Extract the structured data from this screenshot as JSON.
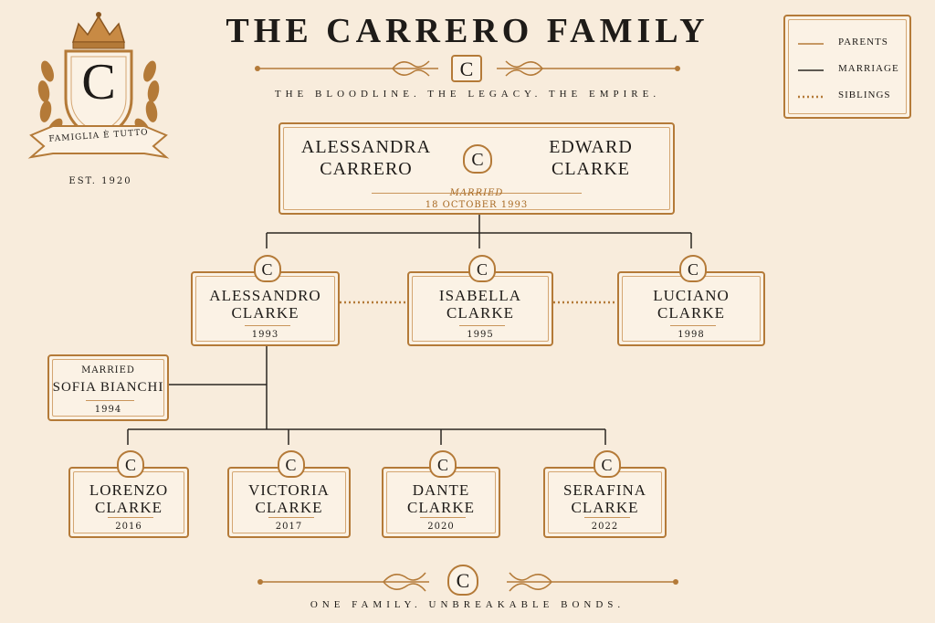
{
  "header": {
    "title": "THE CARRERO FAMILY",
    "tagline": "THE BLOODLINE. THE LEGACY. THE EMPIRE.",
    "monogram": "C"
  },
  "crest": {
    "letter": "C",
    "motto": "FAMIGLIA È TUTTO",
    "established": "EST. 1920"
  },
  "legend": {
    "parents": "PARENTS",
    "marriage": "MARRIAGE",
    "siblings": "SIBLINGS"
  },
  "founders": {
    "left_first": "ALESSANDRA",
    "left_last": "CARRERO",
    "right_first": "EDWARD",
    "right_last": "CLARKE",
    "married_label": "MARRIED",
    "married_date": "18 OCTOBER 1993",
    "monogram": "C"
  },
  "children": [
    {
      "first": "ALESSANDRO",
      "last": "CLARKE",
      "year": "1993",
      "monogram": "C"
    },
    {
      "first": "ISABELLA",
      "last": "CLARKE",
      "year": "1995",
      "monogram": "C"
    },
    {
      "first": "LUCIANO",
      "last": "CLARKE",
      "year": "1998",
      "monogram": "C"
    }
  ],
  "spouse": {
    "label": "MARRIED",
    "name": "SOFIA BIANCHI",
    "year": "1994"
  },
  "grandchildren": [
    {
      "first": "LORENZO",
      "last": "CLARKE",
      "year": "2016",
      "monogram": "C"
    },
    {
      "first": "VICTORIA",
      "last": "CLARKE",
      "year": "2017",
      "monogram": "C"
    },
    {
      "first": "DANTE",
      "last": "CLARKE",
      "year": "2020",
      "monogram": "C"
    },
    {
      "first": "SERAFINA",
      "last": "CLARKE",
      "year": "2022",
      "monogram": "C"
    }
  ],
  "footer": {
    "tagline": "ONE FAMILY. UNBREAKABLE BONDS.",
    "monogram": "C"
  },
  "colors": {
    "background": "#f8ecdc",
    "gold": "#b47a38",
    "ink": "#1e1b18"
  }
}
